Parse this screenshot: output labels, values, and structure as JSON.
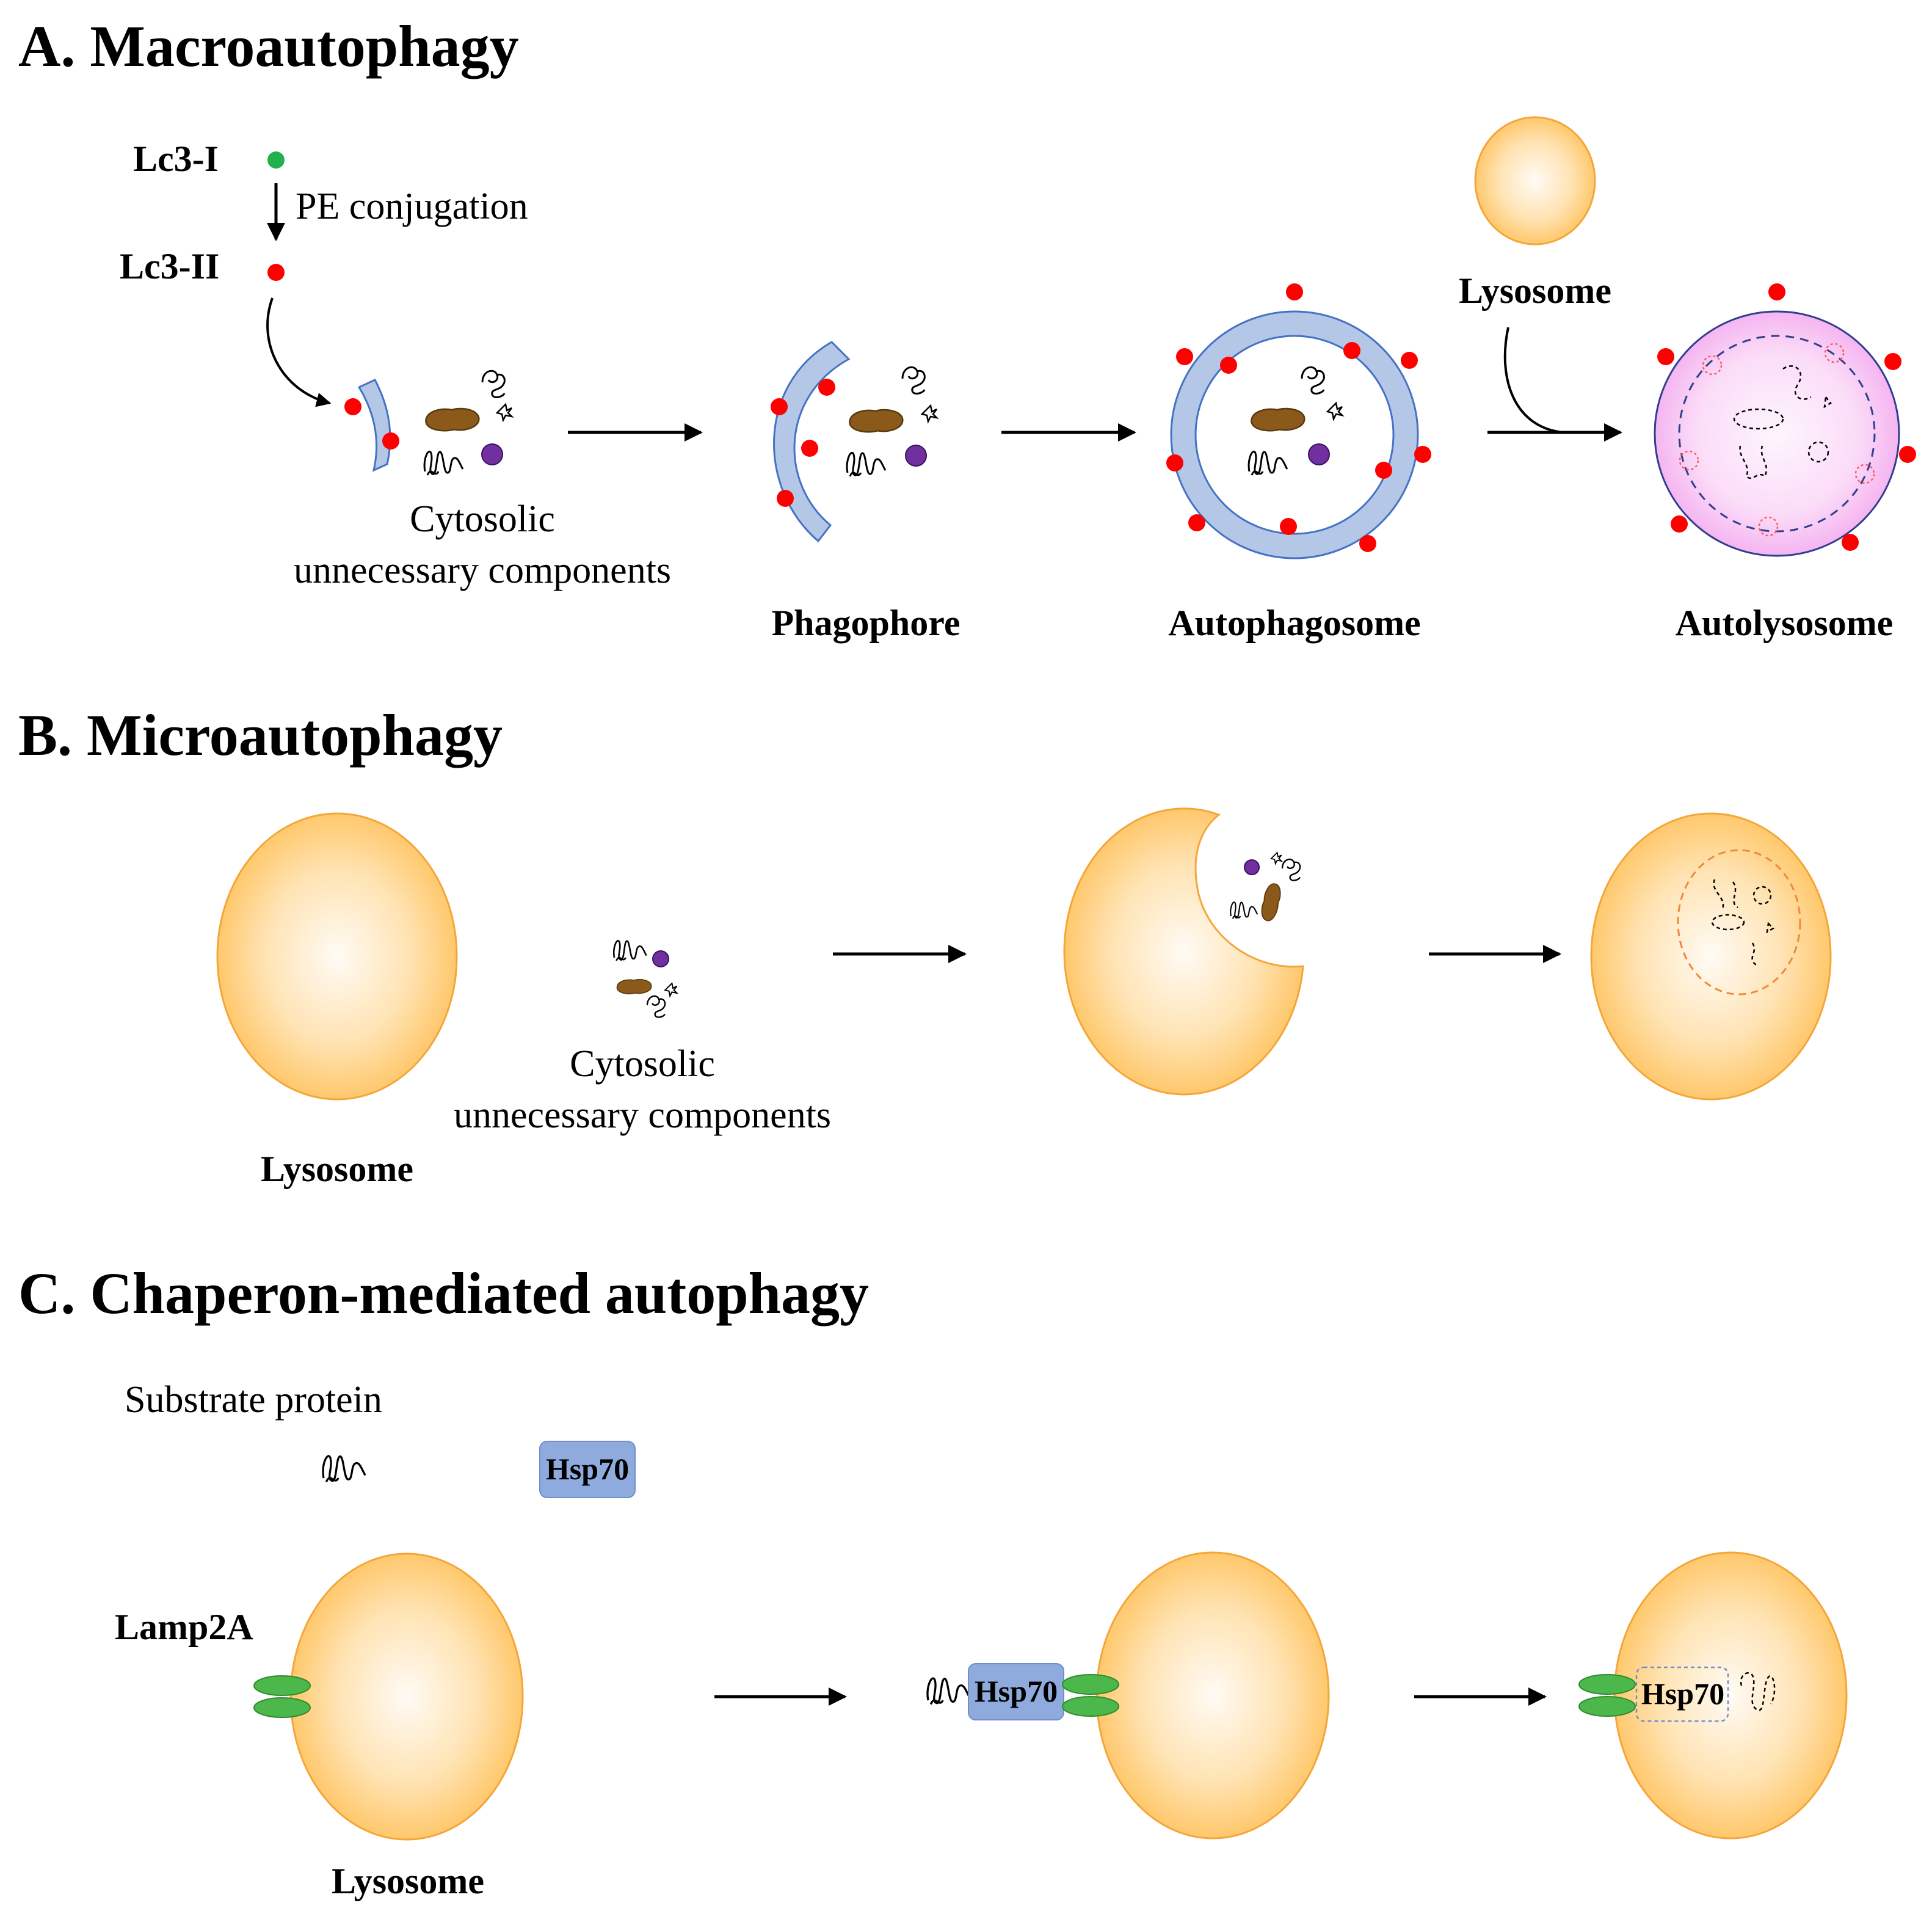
{
  "panels": {
    "a": {
      "title": "A. Macroautophagy",
      "lc3_i": "Lc3-I",
      "lc3_ii": "Lc3-II",
      "pe_conjugation": "PE conjugation",
      "cytosolic_line1": "Cytosolic",
      "cytosolic_line2": "unnecessary components",
      "phagophore": "Phagophore",
      "autophagosome": "Autophagosome",
      "lysosome": "Lysosome",
      "autolysosome": "Autolysosome"
    },
    "b": {
      "title": "B. Microautophagy",
      "cytosolic_line1": "Cytosolic",
      "cytosolic_line2": "unnecessary components",
      "lysosome": "Lysosome"
    },
    "c": {
      "title": "C. Chaperon-mediated autophagy",
      "substrate_protein": "Substrate protein",
      "hsp70": "Hsp70",
      "lamp2a": "Lamp2A",
      "lysosome": "Lysosome"
    }
  },
  "colors": {
    "lc3_i": "#22b14c",
    "lc3_ii": "#ff0000",
    "membrane": "#b4c7e7",
    "membrane_stroke": "#4472c4",
    "lysosome_center": "#fffaf3",
    "lysosome_edge": "#ffc25a",
    "lysosome_stroke": "#f4a63a",
    "autolysosome_fill": "#f5b8f0",
    "hsp70": "#8faadc",
    "lamp2a": "#4cb84c",
    "debris": "#8b5a1b",
    "purple_dot": "#7030a0"
  },
  "icons": [
    "arrow-icon",
    "lysosome-icon",
    "lc3-dot-icon",
    "debris-icon",
    "protein-squiggle-icon"
  ]
}
